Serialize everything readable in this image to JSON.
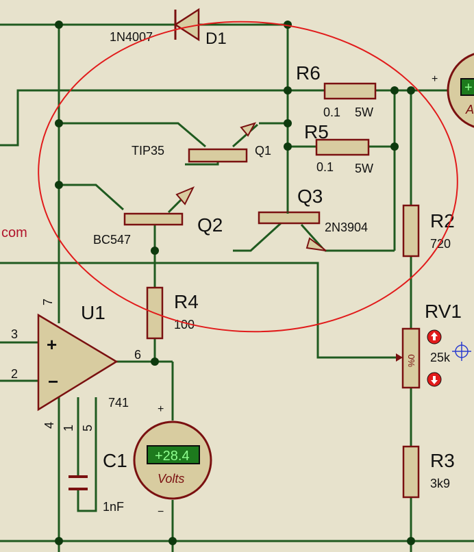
{
  "diagram": {
    "colors": {
      "background": "#e7e2cc",
      "wire": "#1f5a1f",
      "body": "#d8cca0",
      "outline": "#7a1010",
      "highlight": "#e11b1b",
      "meter_text": "#2bff2b"
    },
    "diode": {
      "ref": "D1",
      "part": "1N4007"
    },
    "r6": {
      "ref": "R6",
      "value": "0.1",
      "rating": "5W"
    },
    "r5": {
      "ref": "R5",
      "value": "0.1",
      "rating": "5W"
    },
    "q1": {
      "ref": "Q1",
      "part": "TIP35"
    },
    "q2": {
      "ref": "Q2",
      "part": "BC547"
    },
    "q3": {
      "ref": "Q3",
      "part": "2N3904"
    },
    "r2": {
      "ref": "R2",
      "value": "720"
    },
    "r4": {
      "ref": "R4",
      "value": "100"
    },
    "rv1": {
      "ref": "RV1",
      "value": "25k",
      "wiper": "%0"
    },
    "r3": {
      "ref": "R3",
      "value": "3k9"
    },
    "u1": {
      "ref": "U1",
      "part": "741",
      "pins": {
        "p3": "3",
        "p2": "2",
        "p7": "7",
        "p4": "4",
        "p1": "1",
        "p5": "5",
        "p6": "6"
      }
    },
    "c1": {
      "ref": "C1",
      "value": "1nF"
    },
    "voltmeter": {
      "reading": "+28.4",
      "unit": "Volts",
      "plus": "+",
      "minus": "−"
    },
    "ammeter": {
      "reading": "+",
      "unit": "A",
      "plus": "+"
    },
    "watermark": {
      "text": "com"
    }
  }
}
